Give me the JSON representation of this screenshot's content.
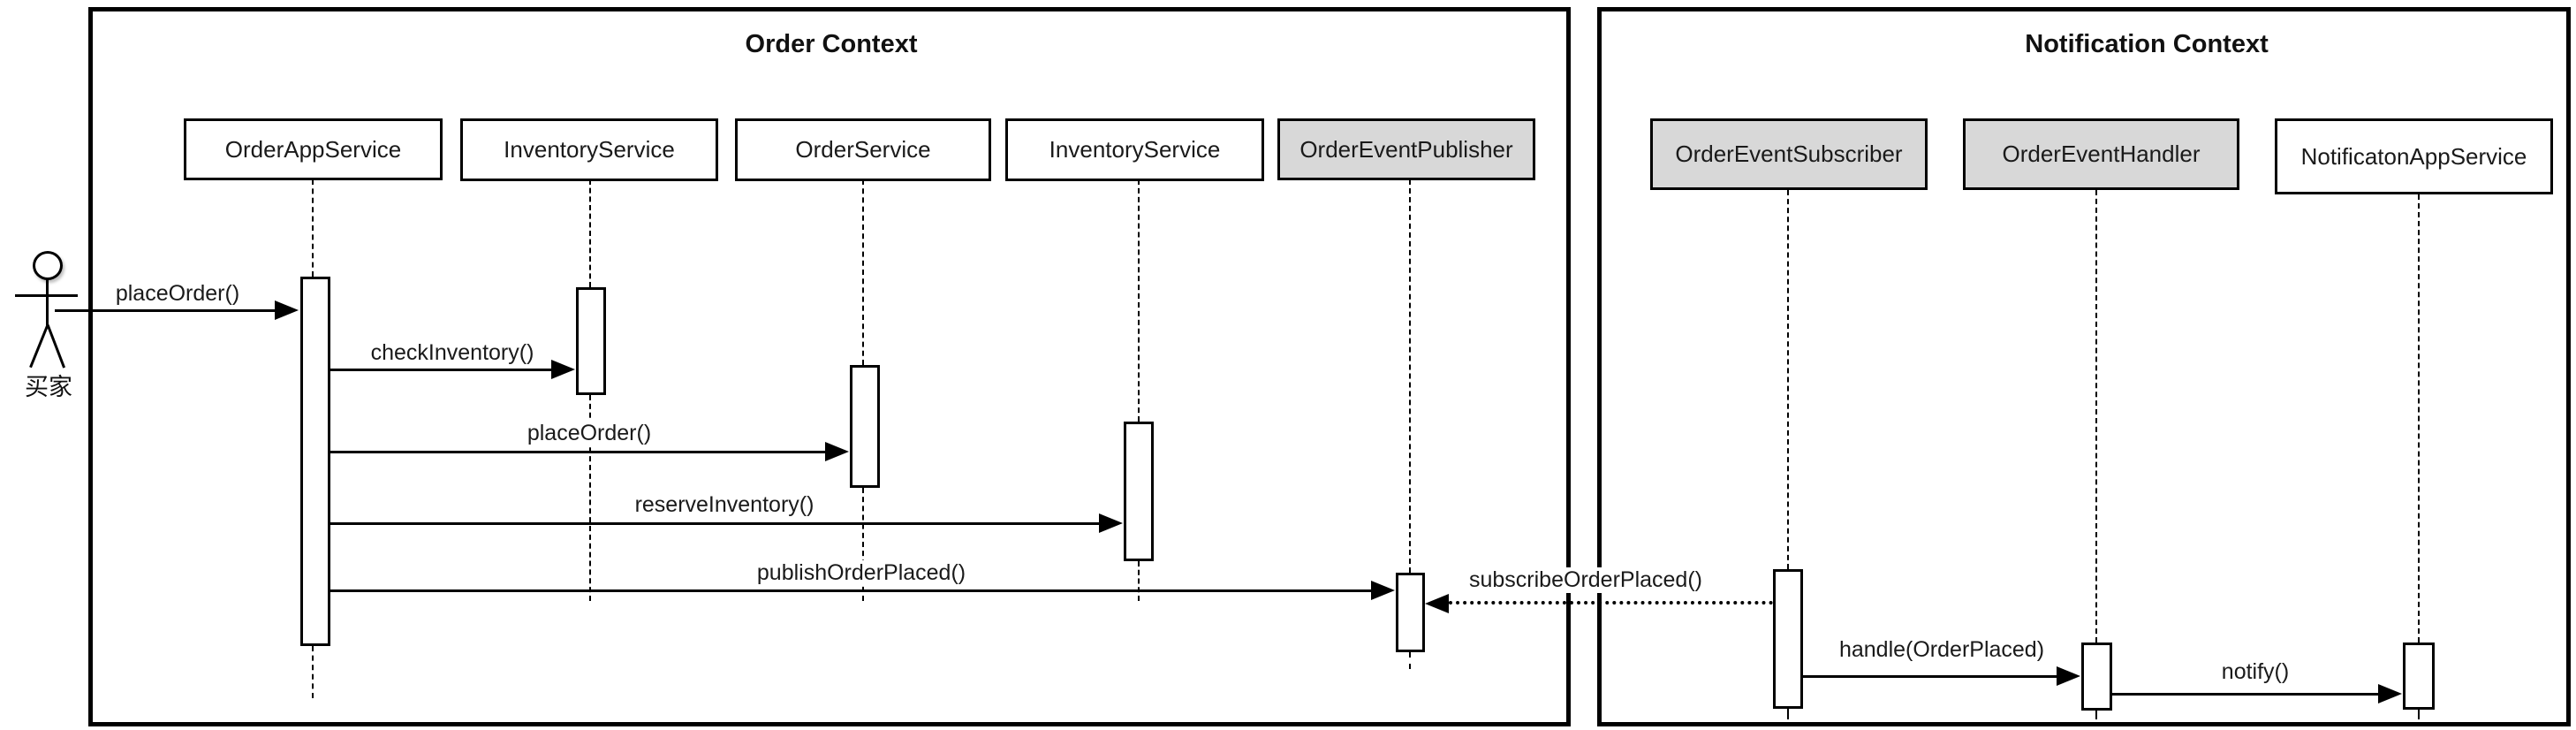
{
  "contexts": [
    {
      "title": "Order Context",
      "participants": [
        {
          "label": "OrderAppService",
          "variant": "white"
        },
        {
          "label": "InventoryService",
          "variant": "white"
        },
        {
          "label": "OrderService",
          "variant": "white"
        },
        {
          "label": "InventoryService",
          "variant": "white"
        },
        {
          "label": "OrderEventPublisher",
          "variant": "gray"
        }
      ]
    },
    {
      "title": "Notification Context",
      "participants": [
        {
          "label": "OrderEventSubscriber",
          "variant": "gray"
        },
        {
          "label": "OrderEventHandler",
          "variant": "gray"
        },
        {
          "label": "NotificatonAppService",
          "variant": "white"
        }
      ]
    }
  ],
  "actor": {
    "label": "买家"
  },
  "messages": [
    {
      "label": "placeOrder()",
      "from": "买家",
      "to": "OrderAppService",
      "line": "solid"
    },
    {
      "label": "checkInventory()",
      "from": "OrderAppService",
      "to": "InventoryService",
      "line": "solid"
    },
    {
      "label": "placeOrder()",
      "from": "OrderAppService",
      "to": "OrderService",
      "line": "solid"
    },
    {
      "label": "reserveInventory()",
      "from": "OrderAppService",
      "to": "InventoryService",
      "line": "solid"
    },
    {
      "label": "publishOrderPlaced()",
      "from": "OrderAppService",
      "to": "OrderEventPublisher",
      "line": "solid"
    },
    {
      "label": "subscribeOrderPlaced()",
      "from": "OrderEventSubscriber",
      "to": "OrderEventPublisher",
      "line": "dotted"
    },
    {
      "label": "handle(OrderPlaced)",
      "from": "OrderEventSubscriber",
      "to": "OrderEventHandler",
      "line": "solid"
    },
    {
      "label": "notify()",
      "from": "OrderEventHandler",
      "to": "NotificatonAppService",
      "line": "solid"
    }
  ],
  "colors": {
    "stroke": "#000000",
    "text": "#1a1a1a",
    "participant_default_fill": "#ffffff",
    "participant_highlight_fill": "#d8d8d8",
    "background": "#ffffff"
  }
}
